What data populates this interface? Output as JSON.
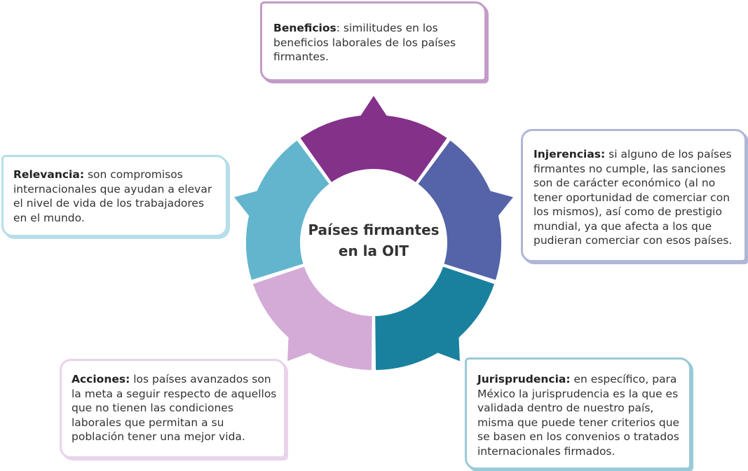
{
  "center": {
    "line1": "Países firmantes",
    "line2": "en la OIT"
  },
  "segments": [
    {
      "id": "beneficios",
      "color": "#84318A"
    },
    {
      "id": "ingerencias",
      "color": "#5563A8"
    },
    {
      "id": "jurisprudencia",
      "color": "#19819E"
    },
    {
      "id": "acciones",
      "color": "#D4ABD7"
    },
    {
      "id": "relevancia",
      "color": "#62B5CC"
    }
  ],
  "cards": {
    "beneficios": {
      "term": "Beneficios",
      "sep": ": ",
      "text": "similitudes en los beneficios laborales de los países firmantes.",
      "border_color": "#C39BC8"
    },
    "ingerencias": {
      "term": "Injerencias:",
      "sep": " ",
      "text": "si alguno de los países firmantes no cumple, las sanciones son de carácter económico (al no tener oportunidad de comerciar con los mismos), así como de prestigio mundial, ya que afecta a los que pudieran comerciar con esos países.",
      "border_color": "#B0B6D6"
    },
    "jurisprudencia": {
      "term": "Jurisprudencia:",
      "sep": " ",
      "text": "en específico, para México la jurisprudencia es la que es validada dentro de nuestro país, misma que puede tener criterios que se basen en los convenios o tratados internacionales firmados.",
      "border_color": "#9ACAD7"
    },
    "acciones": {
      "term": "Acciones:",
      "sep": " ",
      "text": "los países avanzados son la meta a seguir respecto de aquellos que no tienen las condiciones laborales que permitan a su población tener una mejor vida.",
      "border_color": "#E9D3EB"
    },
    "relevancia": {
      "term": "Relevancia:",
      "sep": " ",
      "text": "son compromisos internacionales que ayudan a elevar el nivel de vida de los trabajadores en el mundo.",
      "border_color": "#B5DEEA"
    }
  }
}
